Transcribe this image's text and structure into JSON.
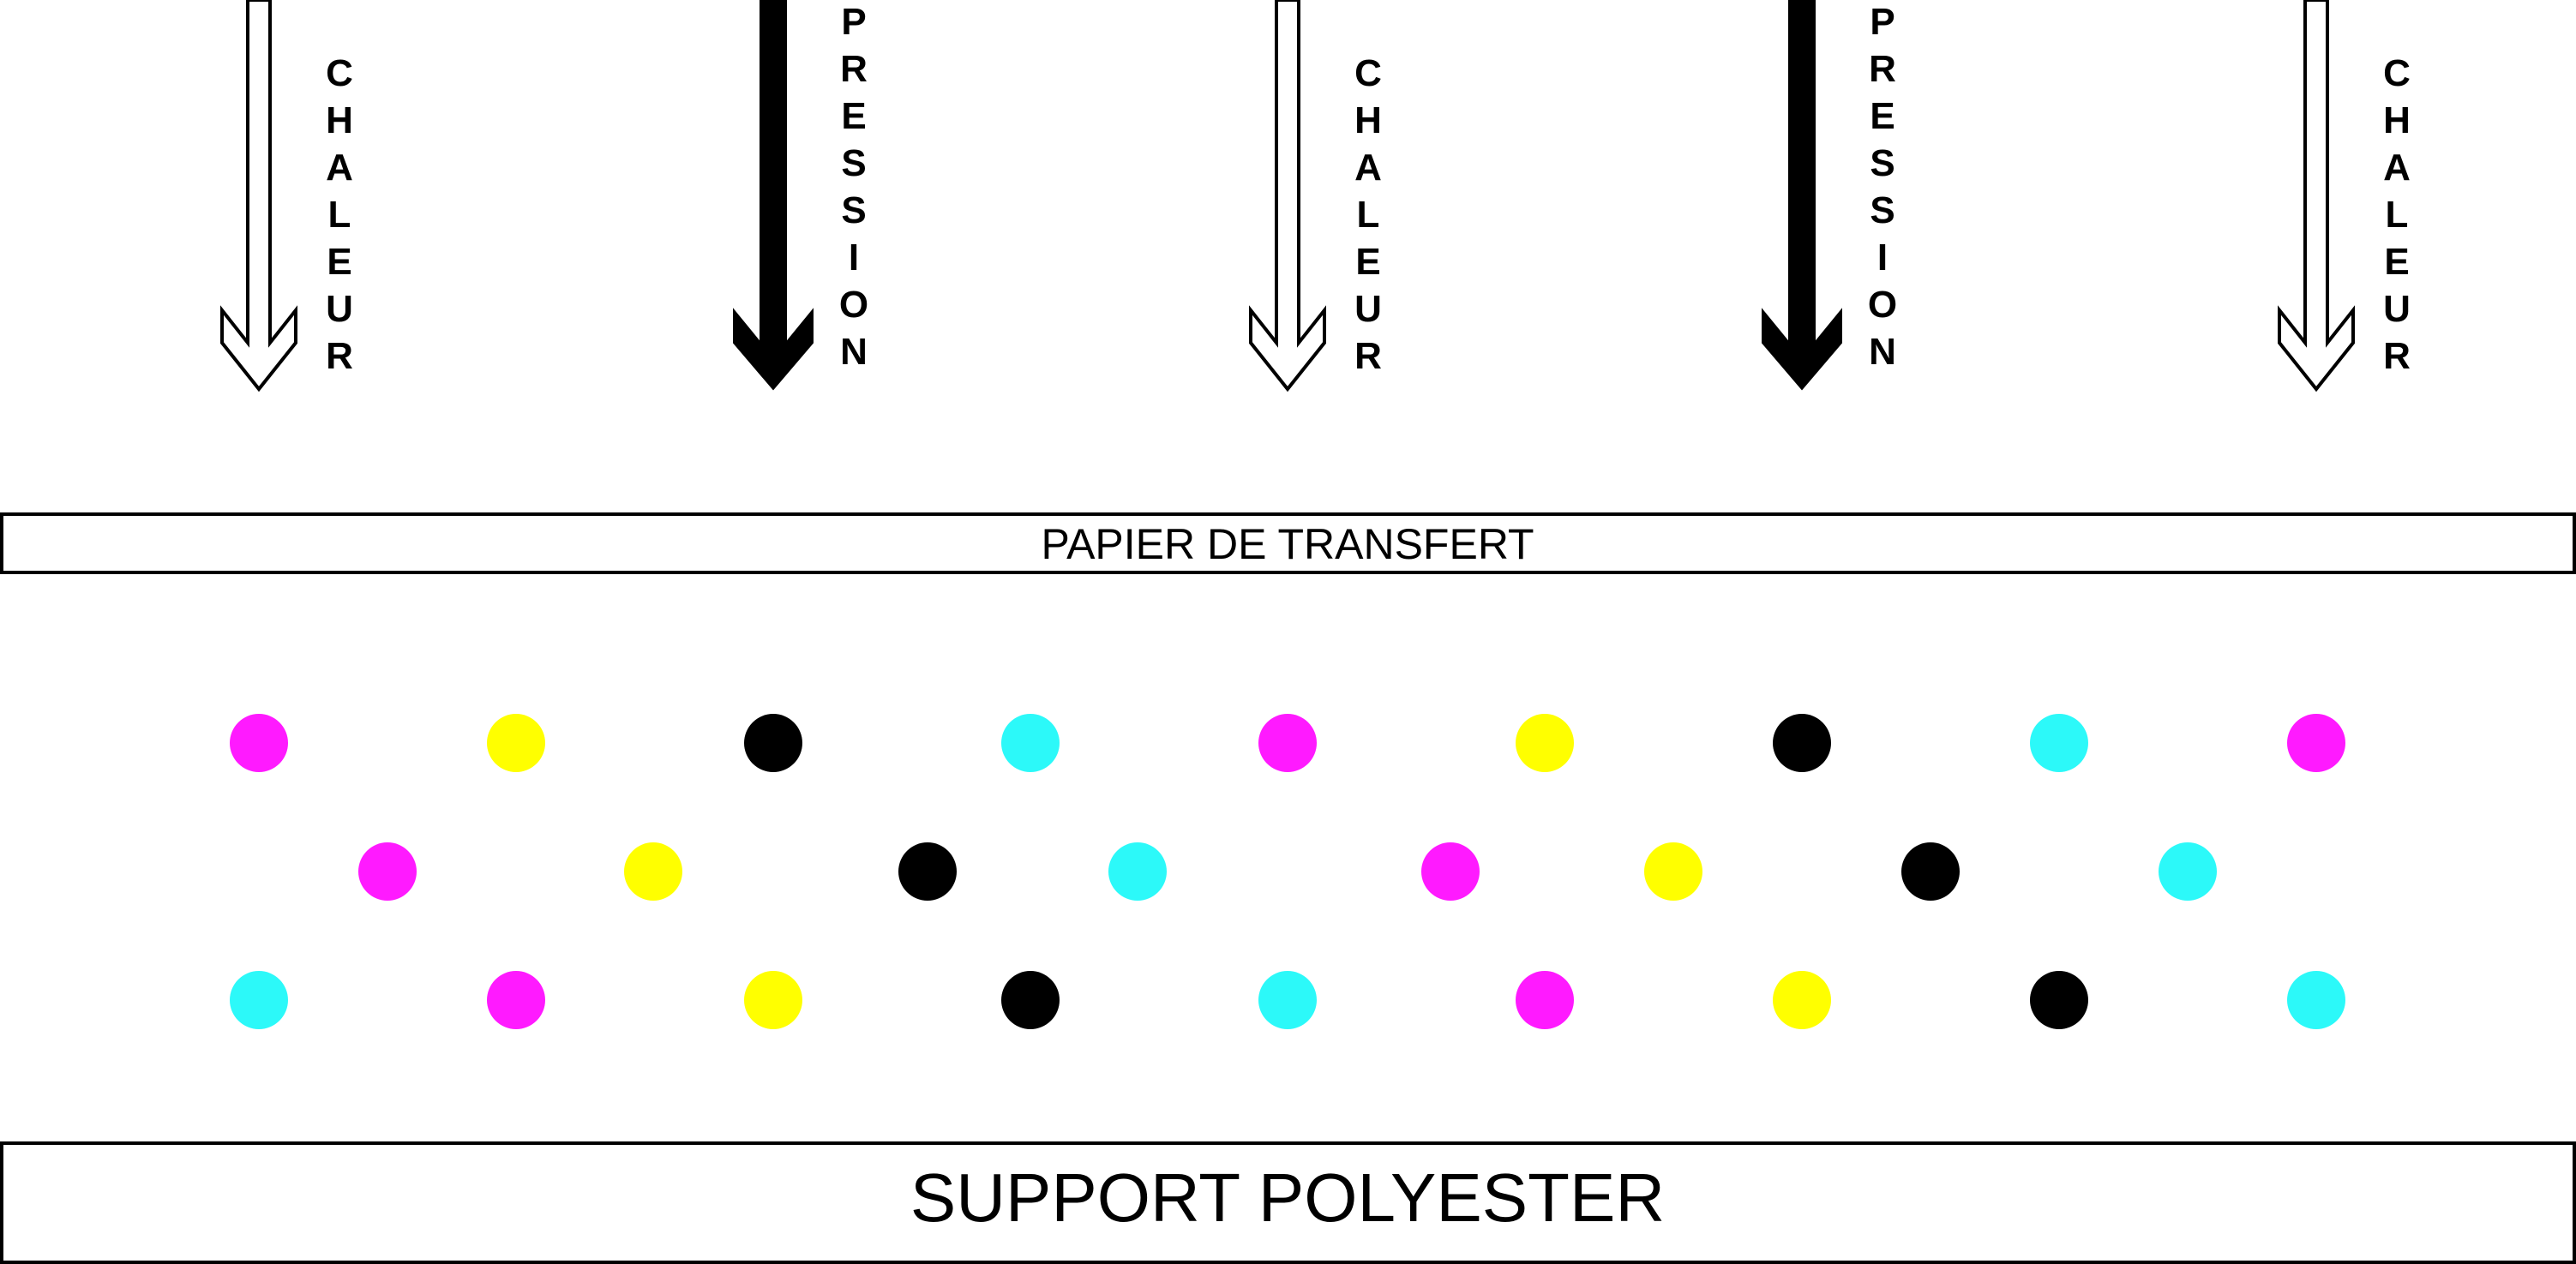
{
  "labels": {
    "heat": "CHALEUR",
    "pressure": "PRESSION",
    "transfer_paper": "PAPIER DE TRANSFERT",
    "support": "SUPPORT POLYESTER"
  },
  "arrows": [
    {
      "kind": "heat"
    },
    {
      "kind": "pressure"
    },
    {
      "kind": "heat"
    },
    {
      "kind": "pressure"
    },
    {
      "kind": "heat"
    }
  ],
  "colors": {
    "magenta": "#ff1aff",
    "yellow": "#ffff00",
    "black": "#000000",
    "cyan": "#2cf9f9",
    "outline": "#000000"
  },
  "ink_dots": [
    [
      "magenta",
      "yellow",
      "black",
      "cyan",
      "magenta",
      "yellow",
      "black",
      "cyan",
      "magenta"
    ],
    [
      "magenta",
      "yellow",
      "black",
      "cyan",
      "magenta",
      "yellow",
      "black",
      "cyan"
    ],
    [
      "cyan",
      "magenta",
      "yellow",
      "black",
      "cyan",
      "magenta",
      "yellow",
      "black",
      "cyan"
    ]
  ]
}
